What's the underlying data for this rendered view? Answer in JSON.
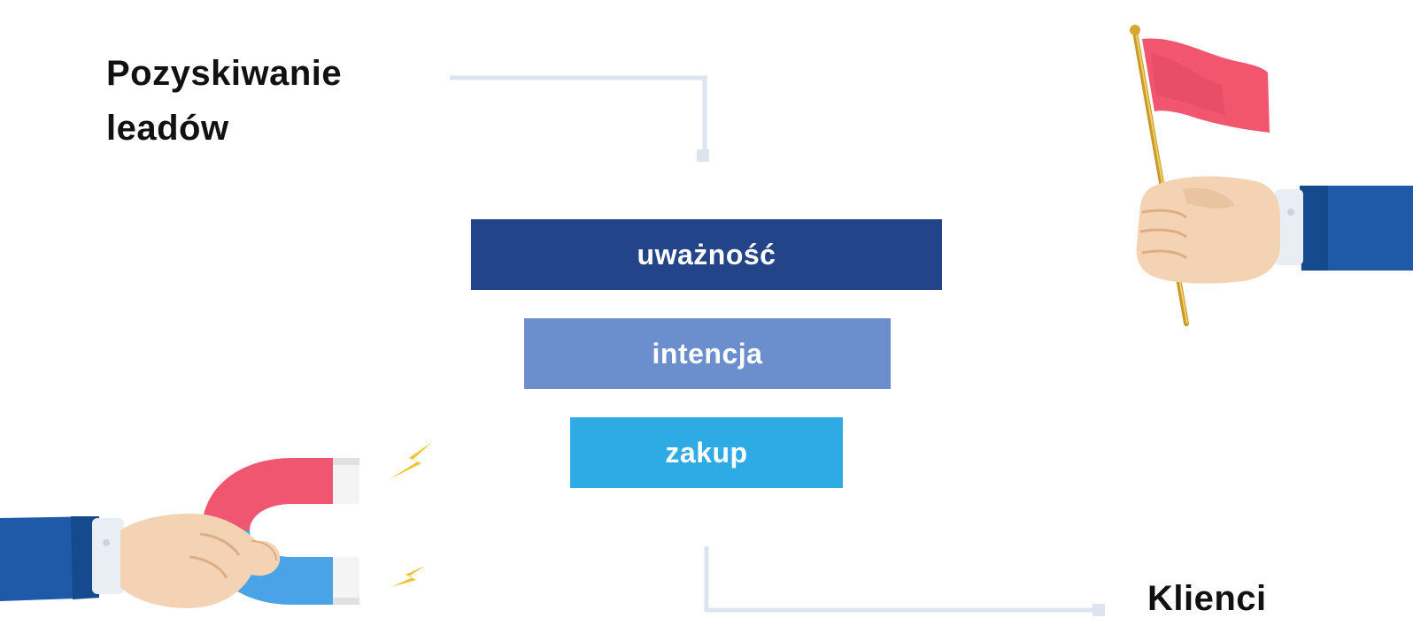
{
  "headings": {
    "top_left": [
      "Pozyskiwanie",
      "leadów"
    ],
    "bottom_right": "Klienci"
  },
  "funnel": {
    "stages": [
      {
        "label": "uważność",
        "color": "#24448a"
      },
      {
        "label": "intencja",
        "color": "#6b8fcc"
      },
      {
        "label": "zakup",
        "color": "#2eaae4"
      }
    ]
  },
  "connectors": {
    "color": "#dde3ef"
  },
  "illustrations": {
    "left": "hand-holding-magnet",
    "right": "hand-holding-red-flag",
    "colors": {
      "sleeve": "#1e5aa8",
      "skin": "#f3d3b3",
      "magnet_red": "#f0566f",
      "magnet_blue": "#4aa3e6",
      "flag": "#f1566e",
      "spark": "#f2c230"
    }
  }
}
